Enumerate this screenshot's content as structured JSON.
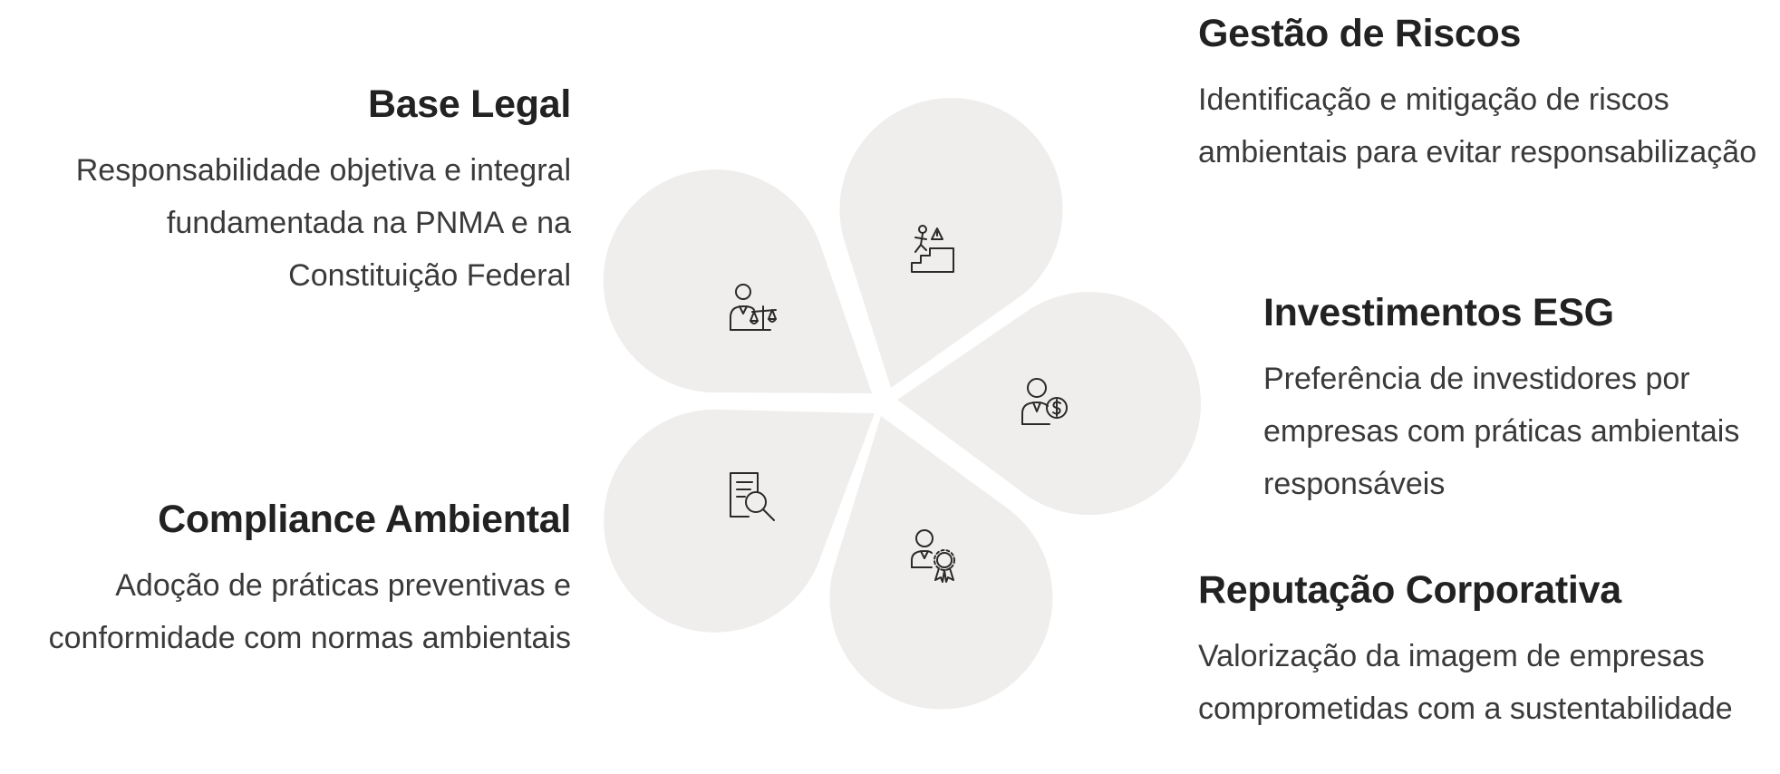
{
  "colors": {
    "petal": "#f0eeed",
    "icon_stroke": "#2a2a2a",
    "heading": "#222222",
    "text": "#3a3a3a"
  },
  "items": [
    {
      "title": "Base Legal",
      "text": "Responsabilidade objetiva e integral fundamentada na PNMA e na Constituição Federal",
      "icon": "lawyer-scales-icon"
    },
    {
      "title": "Compliance Ambiental",
      "text": "Adoção de práticas preventivas e conformidade com normas ambientais",
      "icon": "document-search-icon"
    },
    {
      "title": "Gestão de Riscos",
      "text": "Identificação e mitigação de riscos ambientais para evitar responsabilização",
      "icon": "person-climbing-stairs-warning-icon"
    },
    {
      "title": "Investimentos ESG",
      "text": "Preferência de investidores por empresas com práticas ambientais responsáveis",
      "icon": "person-dollar-icon"
    },
    {
      "title": "Reputação Corporativa",
      "text": "Valorização da imagem de empresas comprometidas com a sustentabilidade",
      "icon": "person-award-icon"
    }
  ]
}
